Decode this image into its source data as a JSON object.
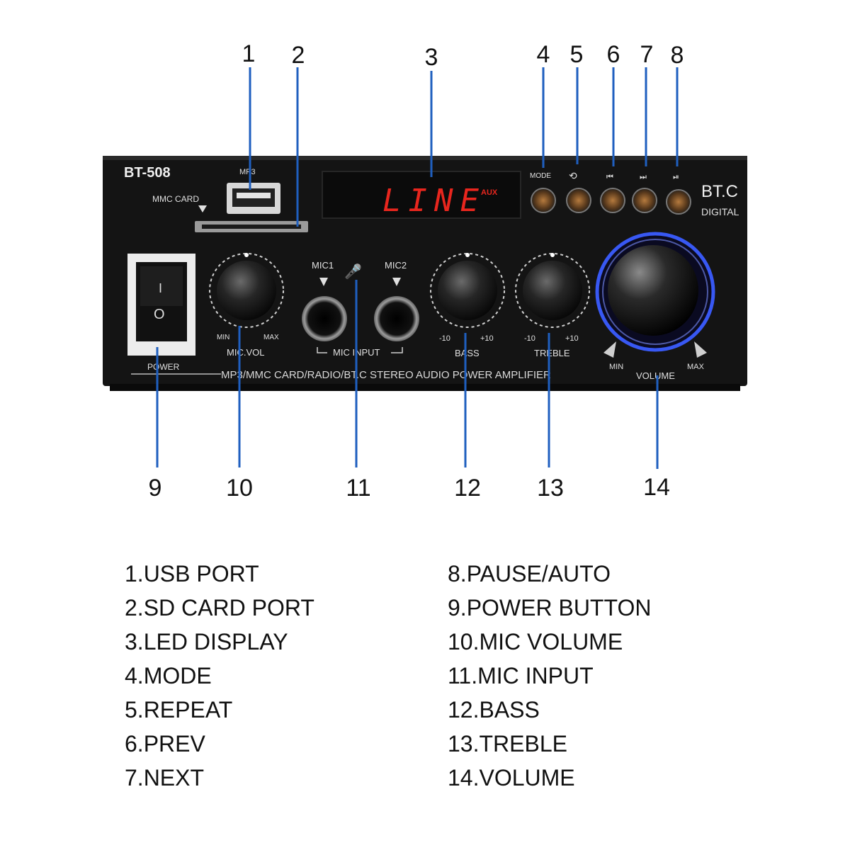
{
  "callout_numbers": [
    "1",
    "2",
    "3",
    "4",
    "5",
    "6",
    "7",
    "8",
    "9",
    "10",
    "11",
    "12",
    "13",
    "14"
  ],
  "panel": {
    "model": "BT-508",
    "mp3_label": "MP3",
    "mmc_card_label": "MMC CARD",
    "display_text": "LINE",
    "display_aux": "AUX",
    "mode_label": "MODE",
    "brand": "BT.C",
    "brand_sub": "DIGITAL",
    "mic1_label": "MIC1",
    "mic2_label": "MIC2",
    "mic_input_label": "MIC INPUT",
    "mic_vol_label": "MIC.VOL",
    "bass_label": "BASS",
    "treble_label": "TREBLE",
    "volume_label": "VOLUME",
    "min_label": "MIN",
    "max_label": "MAX",
    "minus10_label": "-10",
    "plus10_label": "+10",
    "power_label": "POWER",
    "switch_on": "I",
    "switch_off": "O",
    "bottom_text": "MP3/MMC CARD/RADIO/BT.C STEREO AUDIO POWER AMPLIFIER"
  },
  "legend_left": [
    "1.USB PORT",
    "2.SD CARD PORT",
    "3.LED DISPLAY",
    "4.MODE",
    "5.REPEAT",
    "6.PREV",
    "7.NEXT"
  ],
  "legend_right": [
    "8.PAUSE/AUTO",
    "9.POWER BUTTON",
    "10.MIC VOLUME",
    "11.MIC INPUT",
    "12.BASS",
    "13.TREBLE",
    "14.VOLUME"
  ],
  "colors": {
    "callout_line": "#1f5fbf",
    "panel": "#141414",
    "display": "#e8261e",
    "volume_ring": "#3a5cff"
  }
}
